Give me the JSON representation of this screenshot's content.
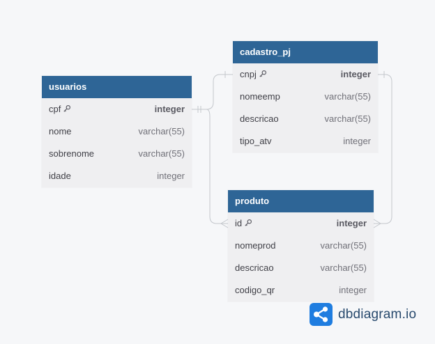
{
  "tables": {
    "usuarios": {
      "name": "usuarios",
      "columns": [
        {
          "name": "cpf",
          "type": "integer",
          "pk": true
        },
        {
          "name": "nome",
          "type": "varchar(55)"
        },
        {
          "name": "sobrenome",
          "type": "varchar(55)"
        },
        {
          "name": "idade",
          "type": "integer"
        }
      ]
    },
    "cadastro_pj": {
      "name": "cadastro_pj",
      "columns": [
        {
          "name": "cnpj",
          "type": "integer",
          "pk": true
        },
        {
          "name": "nomeemp",
          "type": "varchar(55)"
        },
        {
          "name": "descricao",
          "type": "varchar(55)"
        },
        {
          "name": "tipo_atv",
          "type": "integer"
        }
      ]
    },
    "produto": {
      "name": "produto",
      "columns": [
        {
          "name": "id",
          "type": "integer",
          "pk": true
        },
        {
          "name": "nomeprod",
          "type": "varchar(55)"
        },
        {
          "name": "descricao",
          "type": "varchar(55)"
        },
        {
          "name": "codigo_qr",
          "type": "integer"
        }
      ]
    }
  },
  "relations": [
    {
      "from": "usuarios.cpf",
      "to": "cadastro_pj.cnpj",
      "from_end": "one",
      "to_end": "one"
    },
    {
      "from": "usuarios.cpf",
      "to": "produto.id",
      "from_end": "one",
      "to_end": "many"
    },
    {
      "from": "cadastro_pj.cnpj",
      "to": "produto.id",
      "from_end": "one",
      "to_end": "many"
    }
  ],
  "brand": {
    "text": "dbdiagram.io",
    "icon": "share-nodes-icon"
  },
  "colors": {
    "header": "#2e6596",
    "body": "#efeff1",
    "link": "#c4c7cc",
    "brand": "#1f7de0"
  }
}
